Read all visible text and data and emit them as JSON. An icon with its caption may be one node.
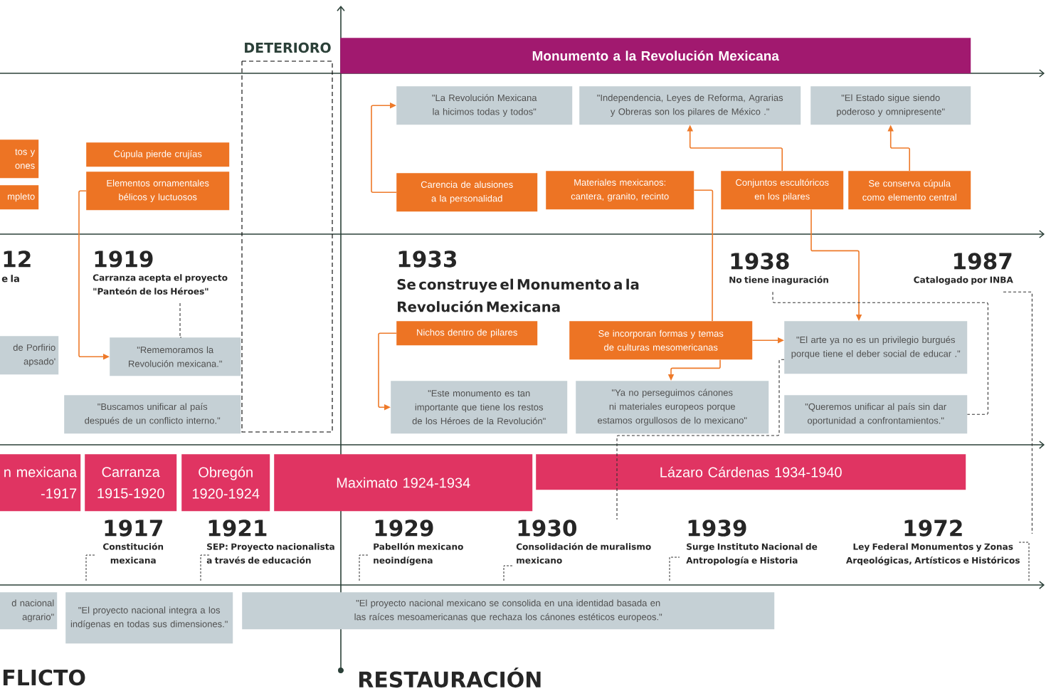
{
  "diagram": {
    "nodes": [
      {
        "text": [
          "tos y ones"
        ]
      },
      {
        "text": [
          "mpleto"
        ]
      },
      {
        "text": [
          "Cúpula pierde crujías"
        ]
      },
      {
        "text": [
          "Elementos ornamentales bélicos y luctuosos"
        ]
      },
      {
        "text": [
          "Carencia de alusiones a la personalidad"
        ]
      },
      {
        "text": [
          "Materiales mexicanos: cantera, granito, recinto"
        ]
      },
      {
        "text": [
          "Conjuntos escultóricos en los pilares"
        ]
      },
      {
        "text": [
          "Se conserva cúpula como elemento central"
        ]
      },
      {
        "text": [
          "Nichos dentro de pilares"
        ]
      },
      {
        "text": [
          "Se incorporan formas y temas de culturas mesomericanas"
        ]
      },
      {
        "text": [
          "\"La Revolución Mexicana la hicimos todas y todos\""
        ]
      },
      {
        "text": [
          "\"Independencia, Leyes de Reforma, Agrarias y Obreras son los pilares de México .\""
        ]
      },
      {
        "text": [
          "\"El Estado sigue siendo poderoso y omnipresente\""
        ]
      },
      {
        "text": [
          "de Porfirio apsado'"
        ]
      },
      {
        "text": [
          "\"Rememoramos la Revolución mexicana.\""
        ]
      },
      {
        "text": [
          "\"Buscamos unificar al país después de un conflicto interno.\""
        ]
      },
      {
        "text": [
          "\"Este monumento es tan importante que tiene los restos de los Héroes de la Revolución\""
        ]
      },
      {
        "text": [
          "\"Ya no perseguimos cánones ni materiales europeos porque estamos orgullosos de lo mexicano\""
        ]
      },
      {
        "text": [
          "\"El arte ya no es un privilegio burgués porque tiene el deber social de educar .\""
        ]
      },
      {
        "text": [
          "\"Queremos unificar al país  sin dar oportunidad a confrontamientos.\""
        ]
      },
      {
        "text": [
          "d nacional agrario\""
        ]
      },
      {
        "text": [
          "\"El proyecto nacional integra a los indígenas en todas sus dimensiones.\""
        ]
      },
      {
        "text": [
          "\"El proyecto nacional mexicano se consolida en una identidad basada en las raíces mesoamericanas que rechaza los cánones estéticos europeos.\""
        ]
      },
      {
        "text": [
          "n mexicana -1917"
        ]
      },
      {
        "text": [
          "Carranza 1915-1920"
        ]
      },
      {
        "text": [
          "Obregón 1920-1924"
        ]
      },
      {
        "text": [
          "Maximato 1924-1934"
        ]
      },
      {
        "text": [
          "Lázaro Cárdenas 1934-1940"
        ]
      },
      {
        "text": [
          "Monumento a la Revolución Mexicana"
        ]
      },
      {
        "text": [
          "1919",
          "Carranza acepta el proyecto \"Panteón de los Héroes\""
        ]
      },
      {
        "text": [
          "12",
          "e la"
        ]
      },
      {
        "text": [
          "1933",
          "Se construye el Monumento a la Revolución Mexicana"
        ]
      },
      {
        "text": [
          "1938",
          "No tiene inaguración"
        ]
      },
      {
        "text": [
          "1987",
          "Catalogado por INBA"
        ]
      },
      {
        "text": [
          "1917",
          "Constitución mexicana"
        ]
      },
      {
        "text": [
          "1921",
          "SEP: Proyecto nacionalista a través de educación"
        ]
      },
      {
        "text": [
          "1929",
          "Pabellón mexicano neoindígena"
        ]
      },
      {
        "text": [
          "1930",
          "Consolidación de muralismo mexicano"
        ]
      },
      {
        "text": [
          "1939",
          "Surge Instituto Nacional de Antropología e Historia"
        ]
      },
      {
        "text": [
          "1972",
          "Ley Federal Monumentos y Zonas Arqeológicas, Artísticos e Históricos"
        ]
      }
    ],
    "edges": [
      {
        "from": 3,
        "to": 14,
        "arrow": "to"
      },
      {
        "from": 4,
        "to": 10,
        "arrow": "to"
      },
      {
        "from": 6,
        "to": 11,
        "arrow": "to"
      },
      {
        "from": 7,
        "to": 12,
        "arrow": "to"
      },
      {
        "from": 5,
        "to": 9,
        "arrow": "none"
      },
      {
        "from": 9,
        "to": 17,
        "arrow": "to"
      },
      {
        "from": 9,
        "to": 18,
        "arrow": "to"
      },
      {
        "from": 6,
        "to": 18,
        "arrow": "to"
      },
      {
        "from": 8,
        "to": 16,
        "arrow": "to"
      },
      {
        "from": 29,
        "to": 14,
        "arrow": "none",
        "style": "dashed",
        "color": "#333333"
      },
      {
        "from": 32,
        "to": 19,
        "arrow": "none",
        "style": "dashed",
        "color": "#333333"
      },
      {
        "from": 18,
        "to": 37,
        "arrow": "none",
        "style": "dashed",
        "color": "#333333"
      },
      {
        "from": 33,
        "to": 39,
        "arrow": "none",
        "style": "dashed",
        "color": "#333333"
      }
    ],
    "labels": [
      "DETERIORO",
      "FLICTO",
      "RESTAURACIÓN"
    ]
  }
}
